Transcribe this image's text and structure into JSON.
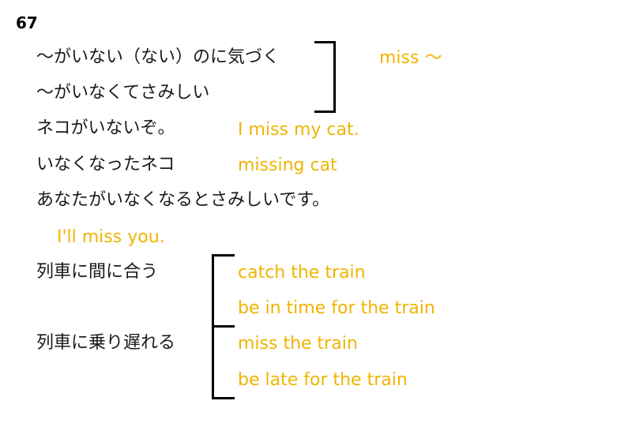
{
  "page_number": "67",
  "section1": {
    "line1": "〜がいない（ない）のに気づく",
    "line2": "〜がいなくてさみしい",
    "gloss": "miss 〜"
  },
  "examples": [
    {
      "ja": "ネコがいないぞ。",
      "en": "I miss my cat."
    },
    {
      "ja": "いなくなったネコ",
      "en": "missing cat"
    }
  ],
  "sentence": {
    "ja": "あなたがいなくなるとさみしいです。",
    "en": "I'll miss you."
  },
  "trains": {
    "ja_catch": "列車に間に合う",
    "ja_miss": "列車に乗り遅れる",
    "en": [
      "catch the train",
      "be in time for the train",
      "miss the train",
      "be late for the train"
    ]
  },
  "colors": {
    "english_text": "#f0b400",
    "japanese_text": "#1a1a1a",
    "bracket": "#000000"
  }
}
